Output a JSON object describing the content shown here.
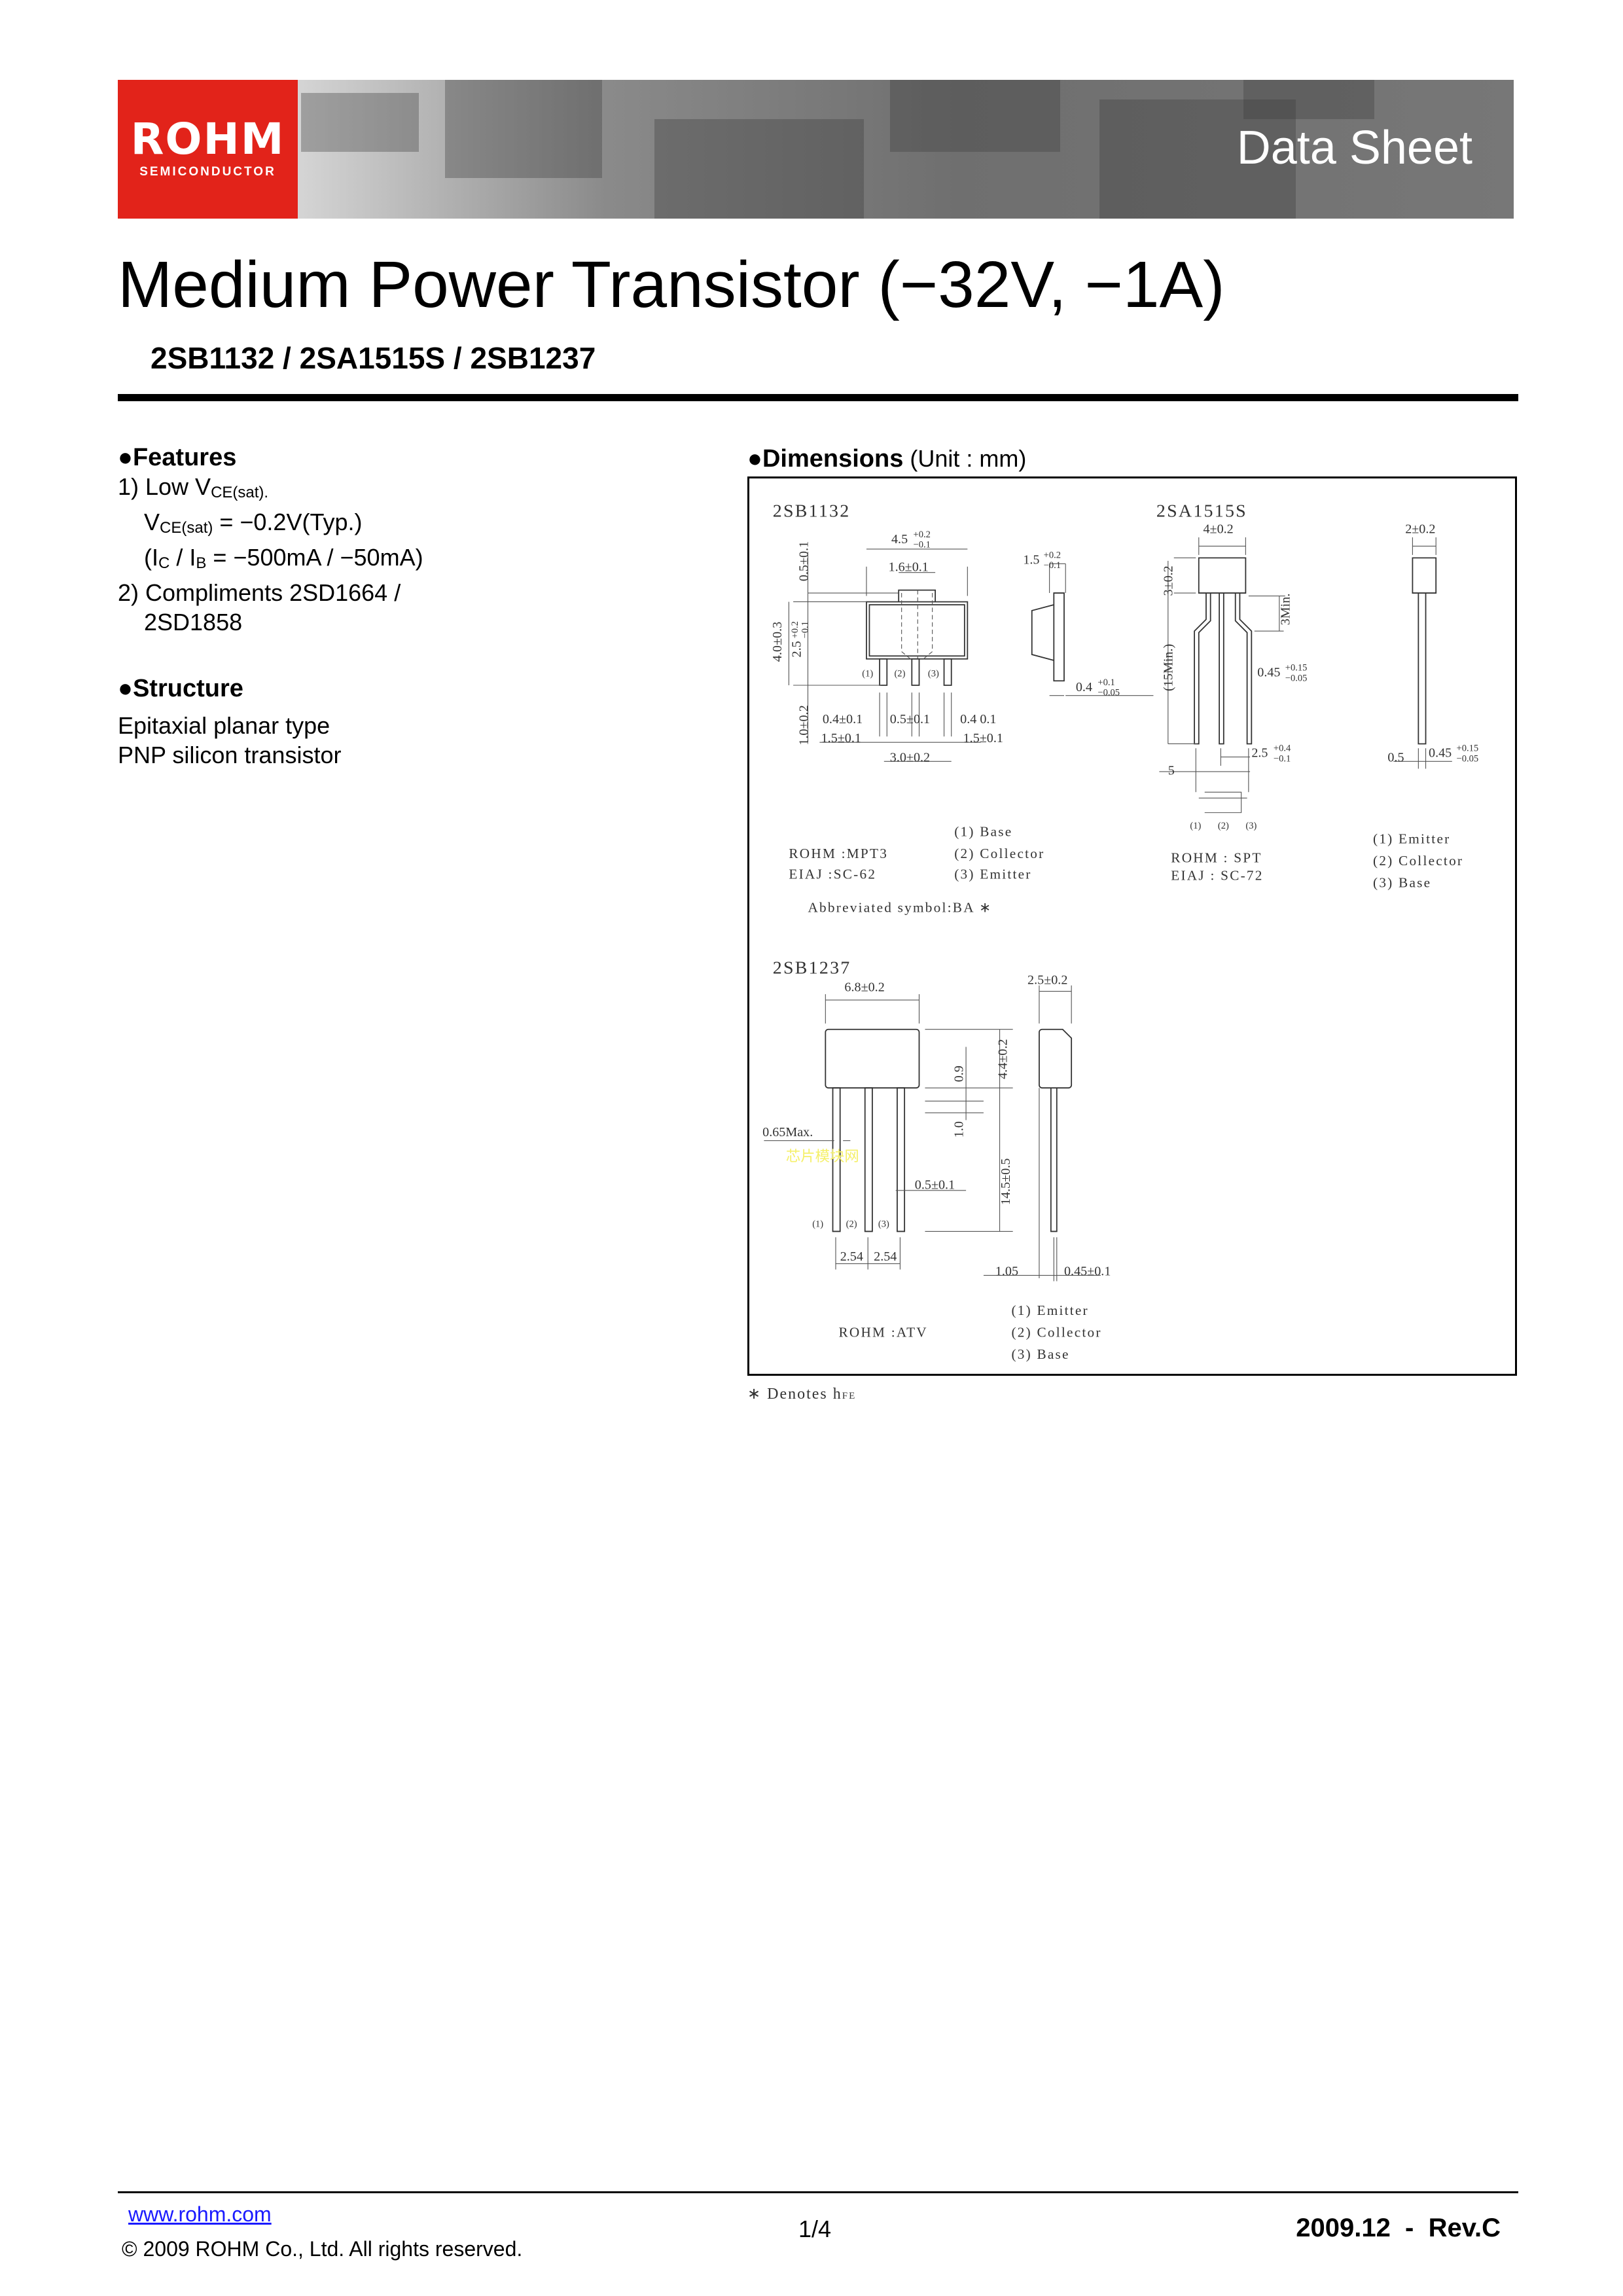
{
  "header": {
    "logo_brand": "ROHM",
    "logo_sub": "SEMICONDUCTOR",
    "banner_title": "Data Sheet",
    "brand_color": "#e2231a"
  },
  "title": "Medium Power Transistor (−32V, −1A)",
  "part_numbers": "2SB1132 / 2SA1515S / 2SB1237",
  "features": {
    "heading": "Features",
    "l1a": "1) Low V",
    "l1s": "CE(sat)",
    "l1b": ".",
    "l2a": "V",
    "l2s": "CE(sat)",
    "l2b": " = −0.2V(Typ.)",
    "l3a": "(I",
    "l3s1": "C",
    "l3b": " / I",
    "l3s2": "B",
    "l3c": " = −500mA / −50mA)",
    "l4": "2) Compliments 2SD1664 /",
    "l5": "2SD1858"
  },
  "structure": {
    "heading": "Structure",
    "lines": [
      "Epitaxial planar type",
      "PNP silicon transistor"
    ]
  },
  "dimensions": {
    "heading": "Dimensions",
    "unit": "(Unit : mm)",
    "sb1132": {
      "name": "2SB1132",
      "d": [
        "4.5",
        "1.6±0.1",
        "1.5",
        "0.4",
        "0.4±0.1",
        "0.5±0.1",
        "0.4  0.1",
        "1.5±0.1",
        "1.5±0.1",
        "3.0±0.2",
        "0.5±0.1",
        "4.0±0.3",
        "2.5",
        "1.0±0.2"
      ],
      "tol": [
        "+0.2",
        "−0.1",
        "+0.2",
        "−0.1",
        "+0.1",
        "−0.05",
        "+0.2",
        "−0.1"
      ],
      "pins": [
        "(1)",
        "(2)",
        "(3)"
      ],
      "pkg1": "ROHM :MPT3",
      "pkg2": "EIAJ :SC-62",
      "leg": [
        "(1) Base",
        "(2) Collector",
        "(3) Emitter"
      ],
      "abbrev": "Abbreviated symbol:BA ∗"
    },
    "sa1515s": {
      "name": "2SA1515S",
      "d": [
        "4±0.2",
        "2±0.2",
        "3±0.2",
        "3Min.",
        "(15Min.)",
        "0.45",
        "2.5",
        "5",
        "0.5",
        "0.45"
      ],
      "tol": [
        "+0.15",
        "−0.05",
        "+0.4",
        "−0.1",
        "+0.15",
        "−0.05"
      ],
      "pins": [
        "(1)",
        "(2)",
        "(3)"
      ],
      "pkg1": "ROHM  : SPT",
      "pkg2": "EIAJ  : SC-72",
      "leg": [
        "(1) Emitter",
        "(2) Collector",
        "(3) Base"
      ]
    },
    "sb1237": {
      "name": "2SB1237",
      "d": [
        "6.8±0.2",
        "2.5±0.2",
        "4.4±0.2",
        "0.9",
        "1.0",
        "14.5±0.5",
        "0.65Max.",
        "0.5±0.1",
        "2.54",
        "2.54",
        "1.05",
        "0.45±0.1"
      ],
      "pins": [
        "(1)",
        "(2)",
        "(3)"
      ],
      "pkg1": "ROHM  :ATV",
      "leg": [
        "(1) Emitter",
        "(2) Collector",
        "(3) Base"
      ],
      "watermark": "芯片模块网"
    }
  },
  "footnote": {
    "symbol": "∗",
    "text": " Denotes h",
    "sub": "FE"
  },
  "footer": {
    "url": "www.rohm.com",
    "copyright": "©  2009 ROHM Co., Ltd. All rights reserved.",
    "page": "1/4",
    "revision": "2009.12  -  Rev.C"
  }
}
